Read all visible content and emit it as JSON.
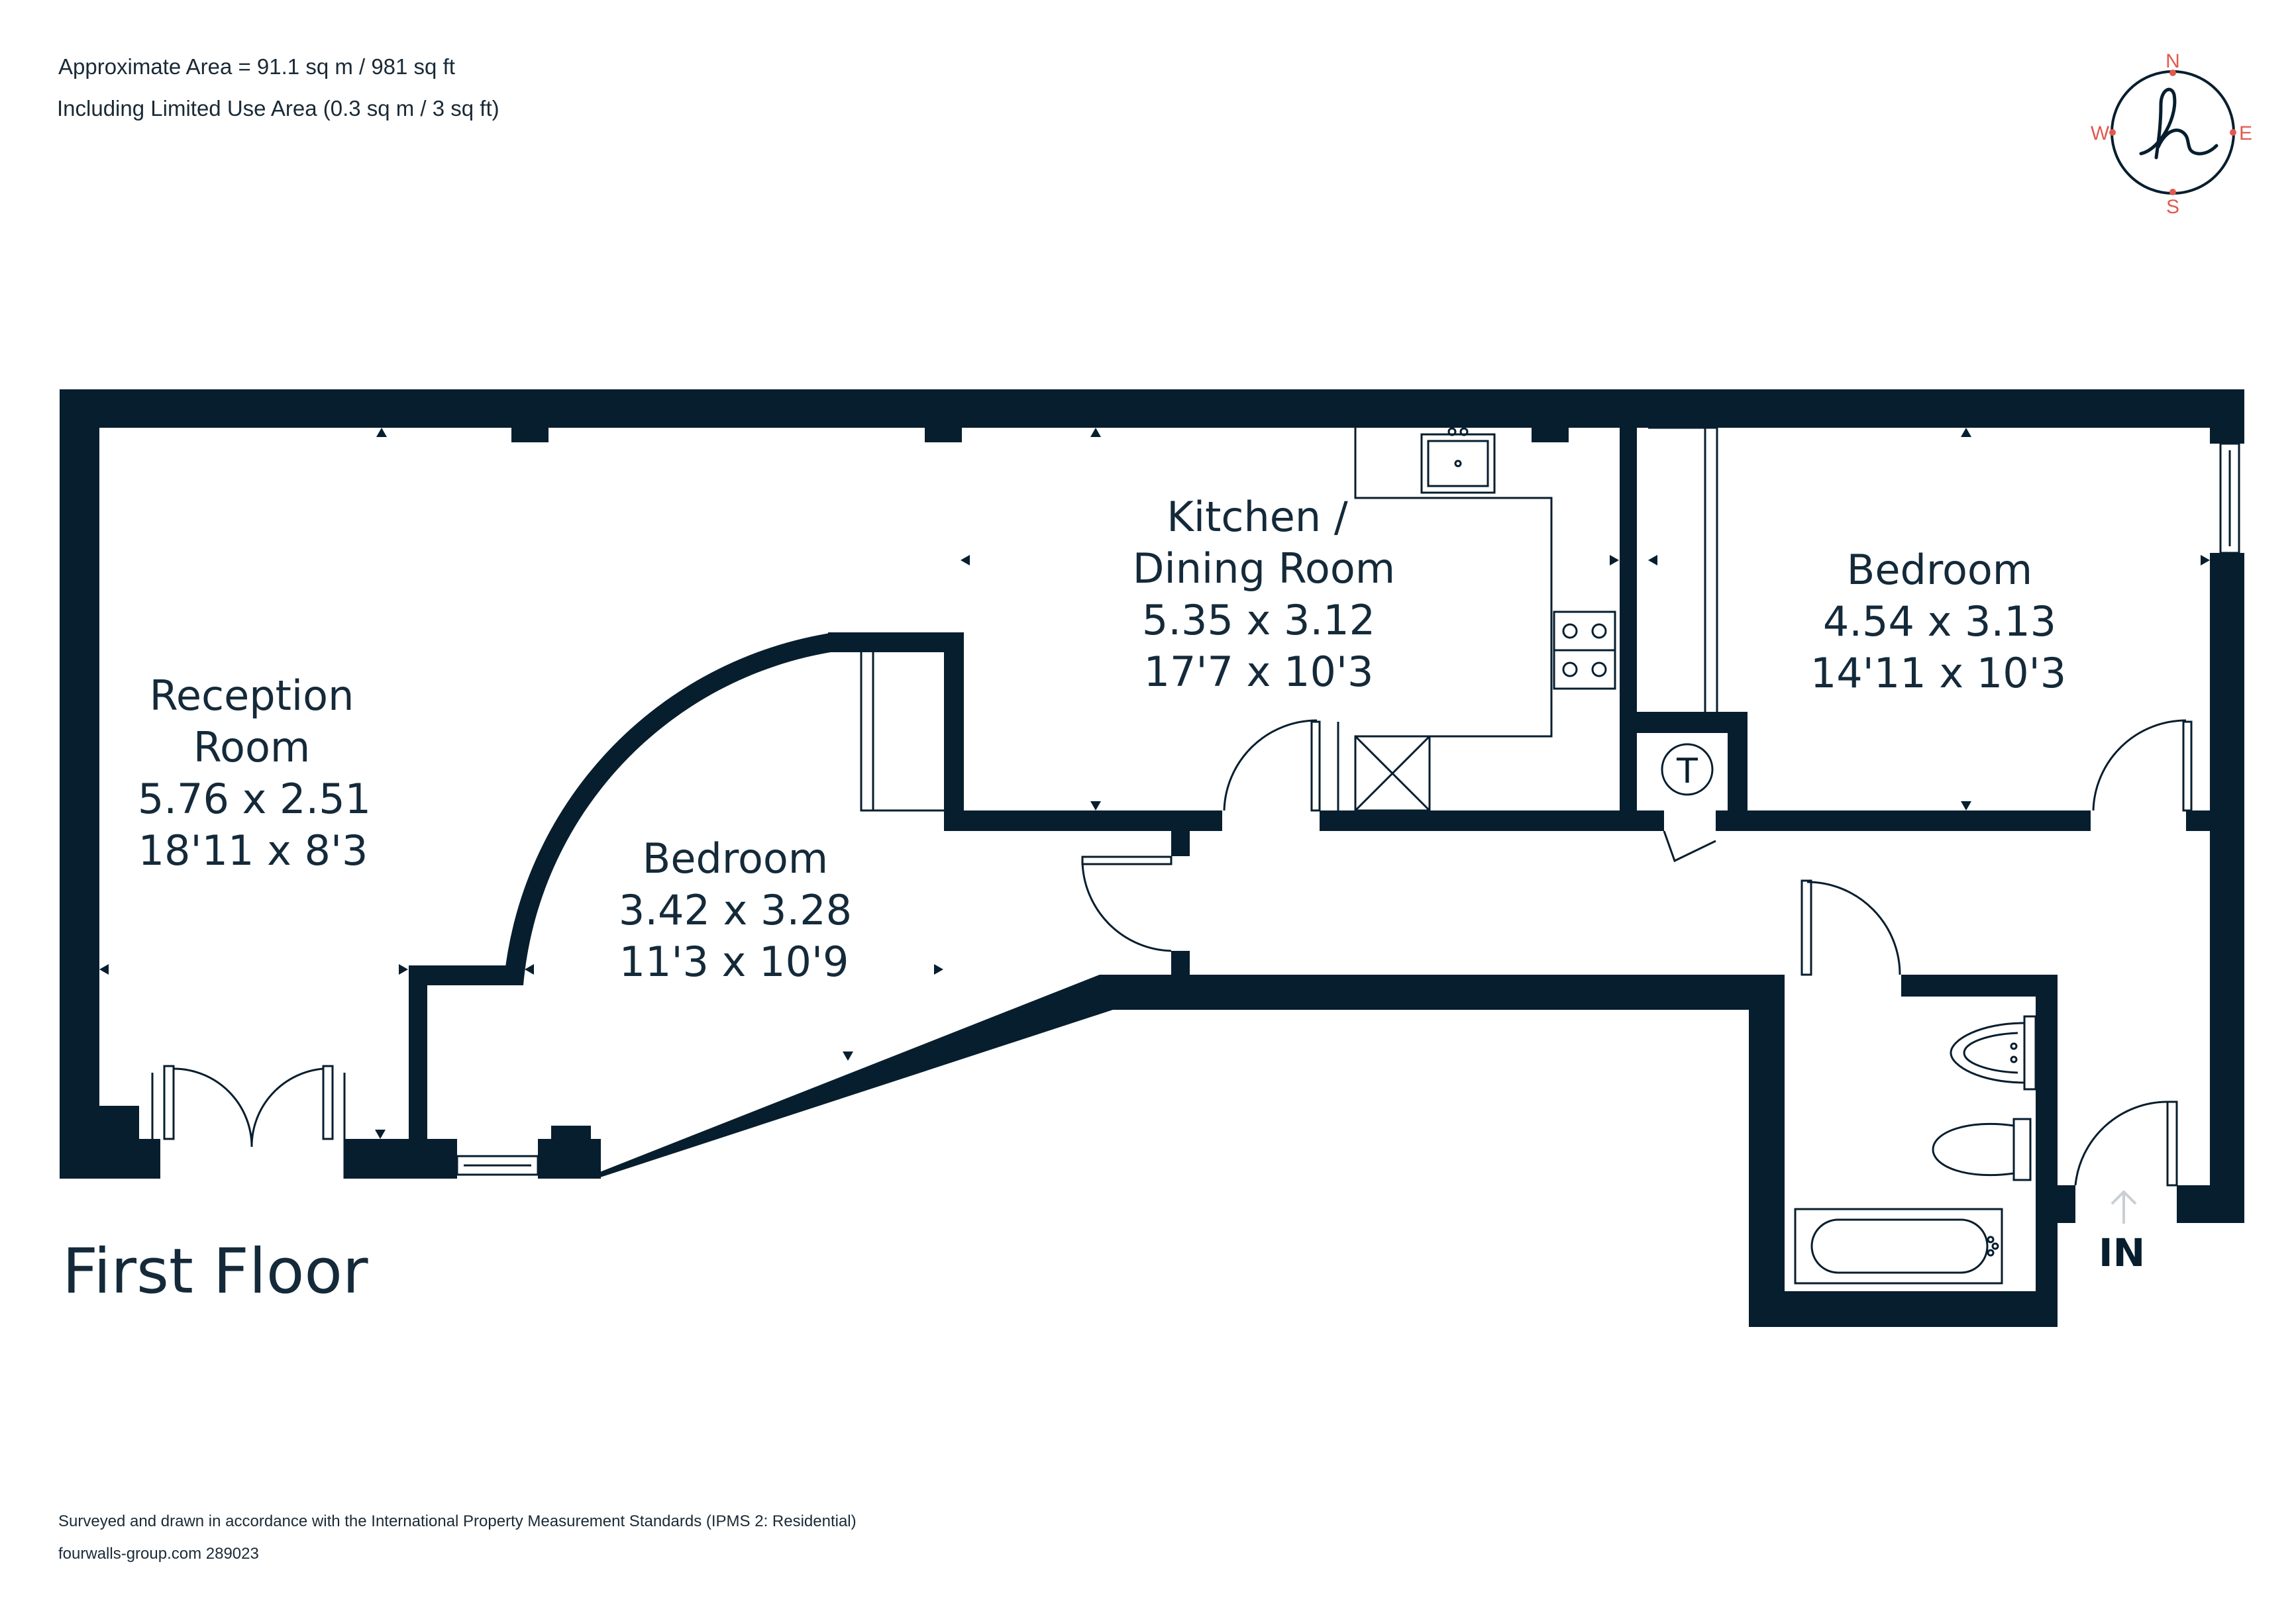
{
  "header": {
    "area_line1": "Approximate Area = 91.1 sq m / 981 sq ft",
    "area_line2": "Including Limited Use Area (0.3 sq m / 3 sq ft)"
  },
  "compass": {
    "north": "N",
    "south": "S",
    "east": "E",
    "west": "W",
    "logo_letter": "h",
    "accent_color": "#e05a4f"
  },
  "colors": {
    "wall": "#071e2e"
  },
  "rooms": {
    "reception": {
      "name_line1": "Reception",
      "name_line2": "Room",
      "metric": "5.76 x 2.51",
      "imperial": "18'11 x 8'3"
    },
    "kitchen": {
      "name_line1": "Kitchen /",
      "name_line2": "Dining Room",
      "metric": "5.35 x 3.12",
      "imperial": "17'7 x 10'3"
    },
    "bedroom1": {
      "name": "Bedroom",
      "metric": "3.42 x 3.28",
      "imperial": "11'3 x 10'9"
    },
    "bedroom2": {
      "name": "Bedroom",
      "metric": "4.54 x 3.13",
      "imperial": "14'11 x 10'3"
    }
  },
  "cupboard_label": "T",
  "entrance_label": "IN",
  "floor_label": "First Floor",
  "footer": {
    "line1": "Surveyed and drawn in accordance with the International Property Measurement Standards (IPMS 2: Residential)",
    "line2": "fourwalls-group.com 289023"
  }
}
